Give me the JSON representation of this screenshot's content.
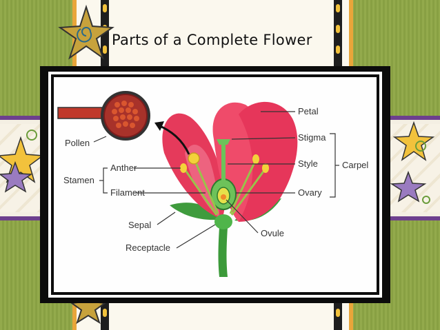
{
  "slide": {
    "title": "Parts of a Complete Flower"
  },
  "diagram": {
    "labels": {
      "petal": "Petal",
      "stigma": "Stigma",
      "style": "Style",
      "ovary": "Ovary",
      "carpel": "Carpel",
      "pollen": "Pollen",
      "stamen": "Stamen",
      "anther": "Anther",
      "filament": "Filament",
      "sepal": "Sepal",
      "ovule": "Ovule",
      "receptacle": "Receptacle"
    }
  },
  "colors": {
    "petal": "#e8395a",
    "stem": "#3c9a3a",
    "frame": "#0c0c0c",
    "accent_orange": "#e8a53a",
    "accent_purple": "#6d3f8e",
    "background_green": "#8fa64a"
  }
}
